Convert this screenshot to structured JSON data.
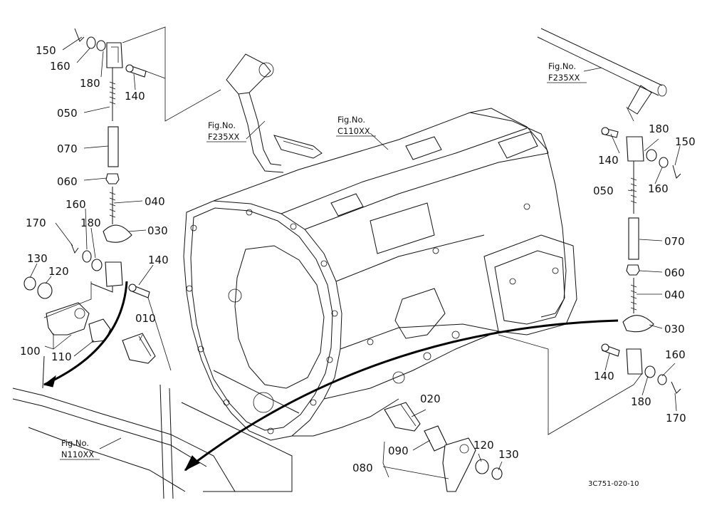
{
  "left_assembly": {
    "labels": [
      "150",
      "160",
      "180",
      "140",
      "050",
      "070",
      "060",
      "040",
      "160",
      "170",
      "180",
      "030",
      "130",
      "120",
      "140",
      "100",
      "110",
      "010"
    ]
  },
  "right_assembly": {
    "labels": [
      "140",
      "180",
      "150",
      "160",
      "050",
      "070",
      "060",
      "040",
      "030",
      "160",
      "140",
      "180",
      "170"
    ]
  },
  "lower_assembly": {
    "labels": [
      "020",
      "090",
      "080",
      "120",
      "130"
    ]
  },
  "figure_refs": [
    {
      "title": "Fig.No.",
      "code": "F235XX"
    },
    {
      "title": "Fig.No.",
      "code": "C110XX"
    },
    {
      "title": "Fig.No.",
      "code": "F235XX"
    },
    {
      "title": "Fig.No.",
      "code": "N110XX"
    }
  ],
  "drawing_code": "3C751-020-10"
}
